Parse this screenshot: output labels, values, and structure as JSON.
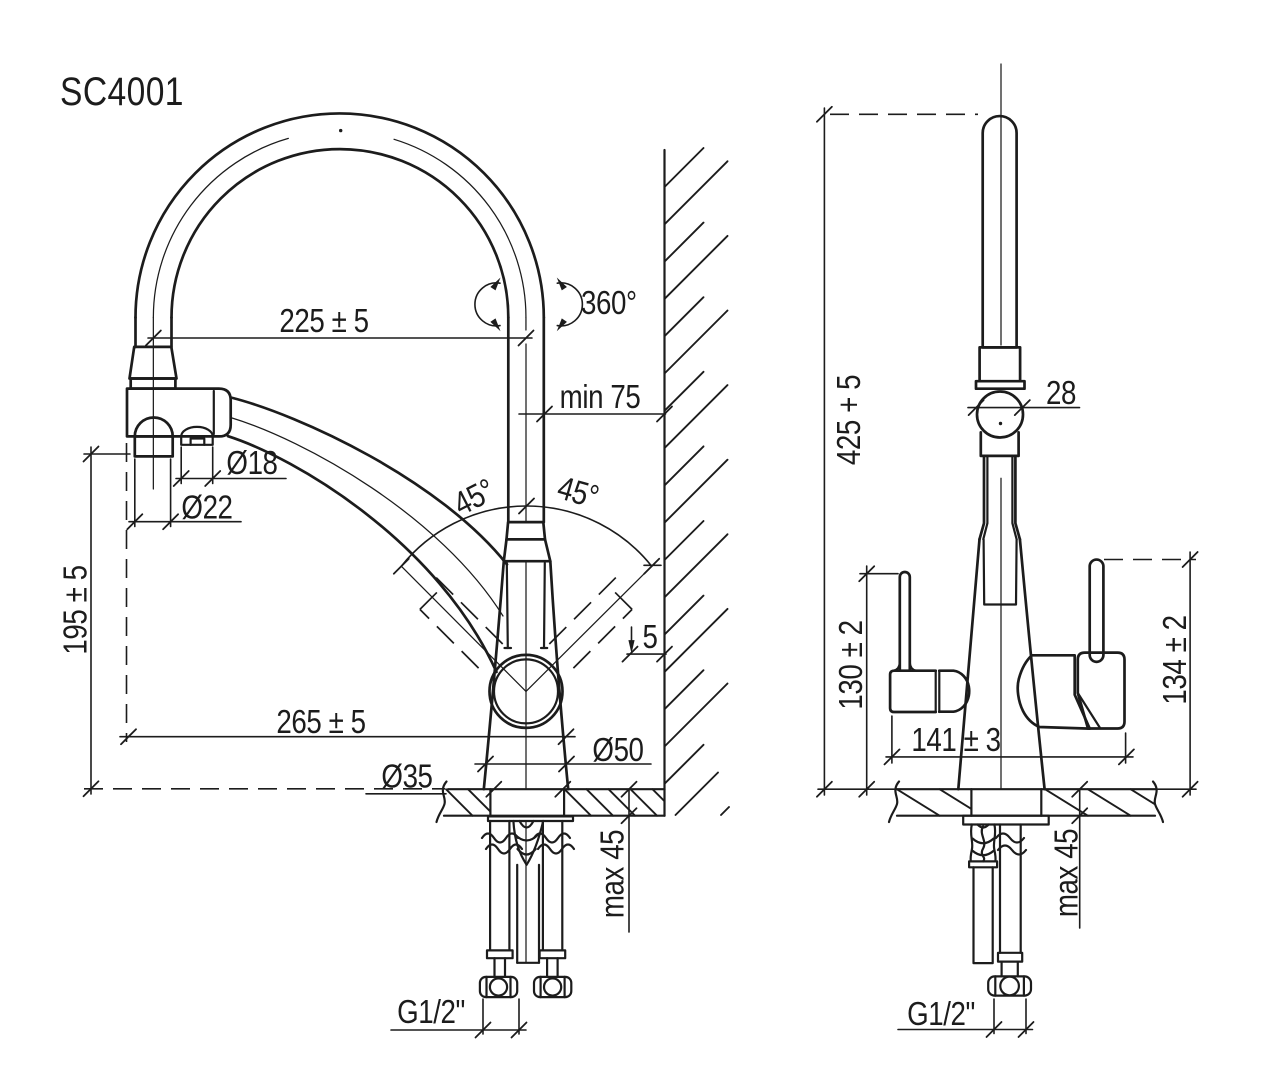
{
  "title": "SC4001",
  "ink": "#1c1c1c",
  "paper": "#ffffff",
  "side_view": {
    "name": "faucet side view",
    "dims": {
      "spout_span": "225 ± 5",
      "rotation": "360°",
      "wall_clearance": "min 75",
      "aerator_dia": "Ø18",
      "spout_dia": "Ø22",
      "swivel_left": "45°",
      "swivel_right": "45°",
      "outlet_height": "195 ± 5",
      "handle_wall_gap": "5",
      "reach": "265 ± 5",
      "base_dia": "Ø50",
      "hole_dia": "Ø35",
      "counter_thickness": "max 45",
      "thread": "G1/2\""
    }
  },
  "front_view": {
    "name": "faucet front view",
    "dims": {
      "total_height": "425 + 5",
      "ball_dia": "28",
      "handle_height_left": "130 ± 2",
      "handle_height_right": "134 ± 2",
      "body_width": "141 ± 3",
      "counter_thickness": "max 45",
      "thread": "G1/2\""
    }
  }
}
